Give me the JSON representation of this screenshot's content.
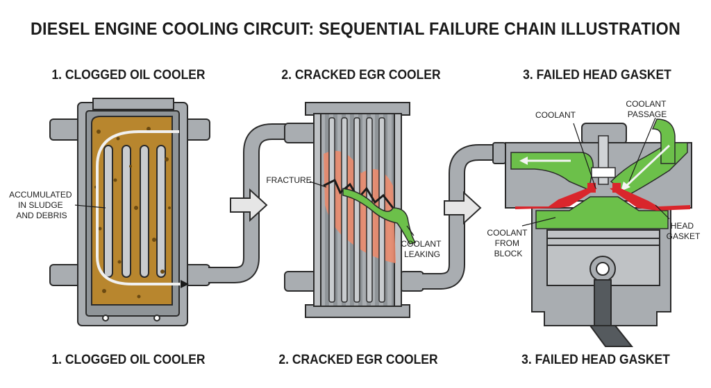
{
  "title": "DIESEL ENGINE COOLING CIRCUIT: SEQUENTIAL FAILURE CHAIN ILLUSTRATION",
  "stages": [
    {
      "top_label": "1. CLOGGED OIL COOLER",
      "bottom_label": "1. CLOGGED OIL COOLER"
    },
    {
      "top_label": "2. CRACKED EGR COOLER",
      "bottom_label": "2. CRACKED EGR COOLER"
    },
    {
      "top_label": "3. FAILED HEAD GASKET",
      "bottom_label": "3. FAILED HEAD GASKET"
    }
  ],
  "callouts": {
    "sludge": [
      "ACCUMULATED",
      "IN SLUDGE",
      "AND DEBRIS"
    ],
    "fracture": [
      "FRACTURE"
    ],
    "coolant_leaking": [
      "COOLANT",
      "LEAKING"
    ],
    "coolant": [
      "COOLANT"
    ],
    "coolant_passage": [
      "COOLANT",
      "PASSAGE"
    ],
    "coolant_from_block": [
      "COOLANT",
      "FROM",
      "BLOCK"
    ],
    "head_gasket": [
      "HEAD",
      "GASKET"
    ]
  },
  "colors": {
    "metal": "#a9adb1",
    "metal_dark": "#7d8287",
    "outline": "#2a2a2a",
    "sludge": "#b8862e",
    "sludge_dark": "#6b4a12",
    "crack_glow": "#f08a6a",
    "coolant": "#6cc04a",
    "gasket": "#d9262c",
    "arrow_fill": "#e6e6e6"
  }
}
